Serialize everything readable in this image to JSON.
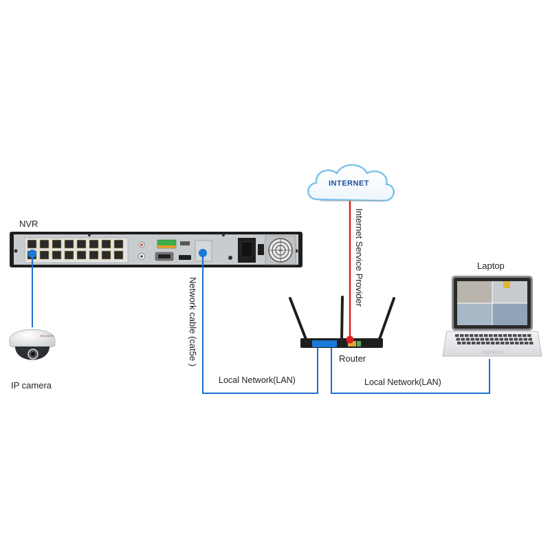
{
  "diagram": {
    "title": "NVR network connection diagram",
    "nodes": {
      "nvr": {
        "label": "NVR",
        "poe_ports": 16
      },
      "ip_camera": {
        "label": "IP camera",
        "brand_mark": "HIKVISION"
      },
      "internet": {
        "label": "INTERNET"
      },
      "router": {
        "label": "Router",
        "antennas": 3
      },
      "laptop": {
        "label": "Laptop",
        "screen_tiles": 4
      }
    },
    "edges": [
      {
        "from": "nvr",
        "to": "ip_camera",
        "label": "",
        "color": "#1a6fd0"
      },
      {
        "from": "nvr",
        "to": "router",
        "label": "Network cable (cat5e )",
        "lan_label": "Local Network(LAN)",
        "color": "#1a6fd0"
      },
      {
        "from": "router",
        "to": "laptop",
        "label": "Local Network(LAN)",
        "color": "#1a6fd0"
      },
      {
        "from": "internet",
        "to": "router",
        "label": "Internet Service Provider",
        "color": "#e01e1e"
      }
    ],
    "colors": {
      "lan_cable": "#1a6fd0",
      "isp_cable": "#e01e1e",
      "cloud_outline": "#7cc3ea",
      "cloud_text": "#1d4f9c",
      "device_dark": "#1e1e1e",
      "device_panel": "#c9cccf"
    }
  }
}
